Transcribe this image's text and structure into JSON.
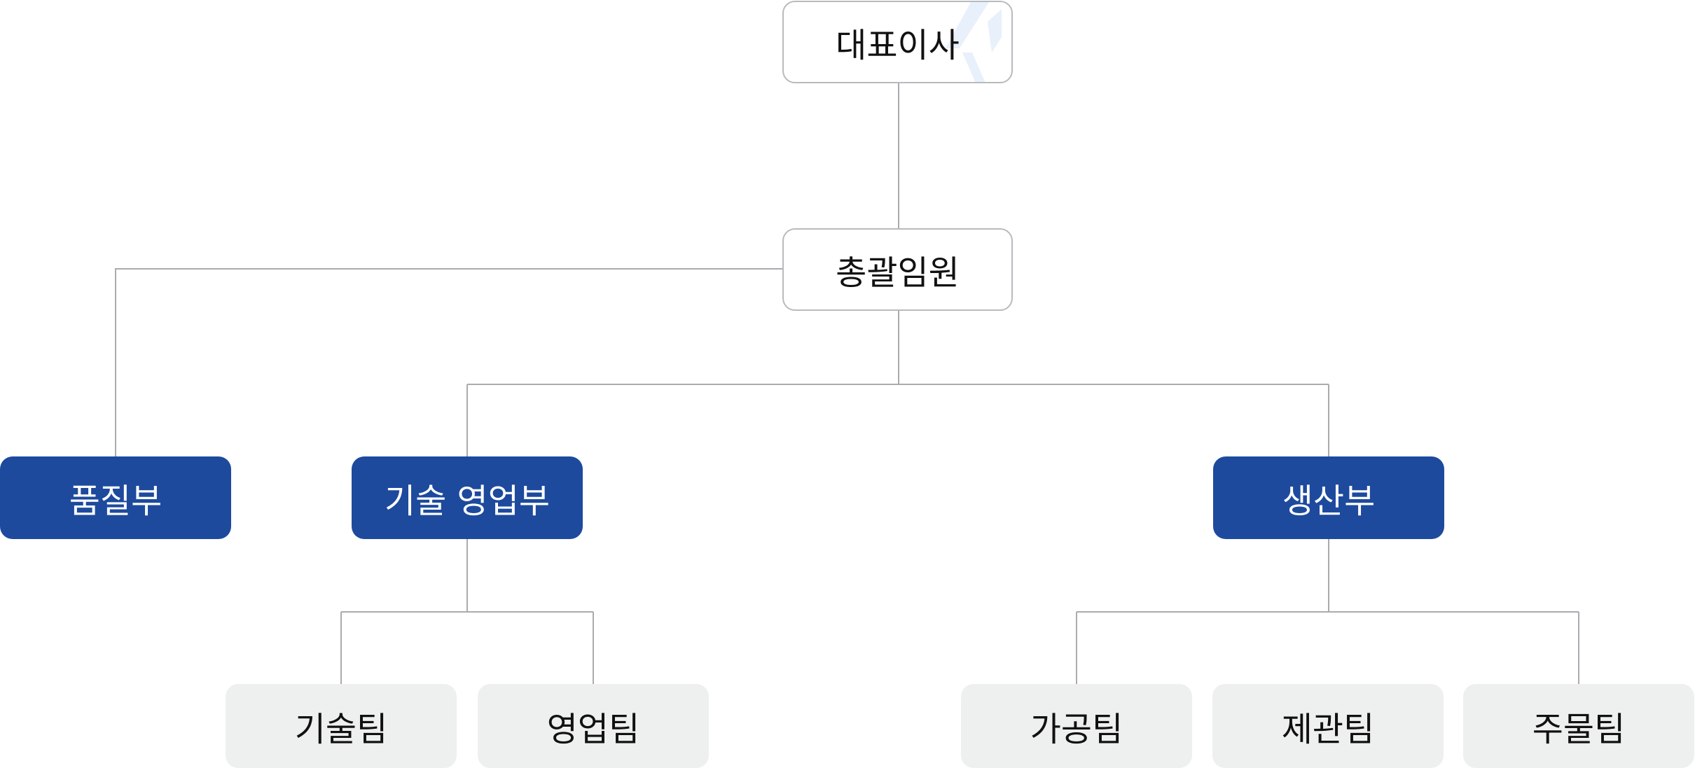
{
  "org_chart": {
    "ceo": {
      "label": "대표이사"
    },
    "executive": {
      "label": "총괄임원"
    },
    "departments": {
      "quality": {
        "label": "품질부"
      },
      "tech_sales": {
        "label": "기술 영업부"
      },
      "production": {
        "label": "생산부"
      }
    },
    "teams": {
      "tech": {
        "label": "기술팀"
      },
      "sales": {
        "label": "영업팀"
      },
      "processing": {
        "label": "가공팀"
      },
      "pipe": {
        "label": "제관팀"
      },
      "casting": {
        "label": "주물팀"
      }
    }
  },
  "colors": {
    "department_fill": "#1d4a9d",
    "team_fill": "#eeefef",
    "connector": "#a9abae",
    "top_node_border": "#b8babd",
    "watermark": "#e8f0fb"
  }
}
